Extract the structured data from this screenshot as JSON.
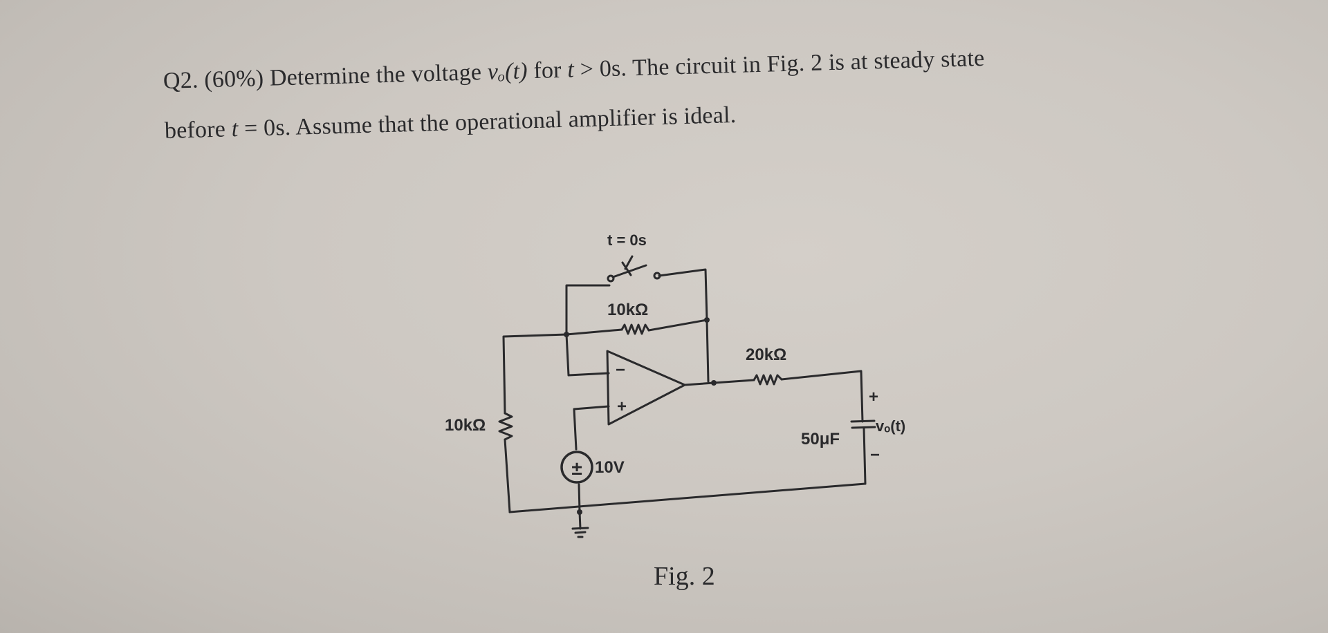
{
  "question": {
    "line1_pre": "Q2. (60%) Determine the voltage ",
    "vo_symbol": "vₒ(t)",
    "line1_mid": " for ",
    "t_symbol": "t",
    "line1_post": " > 0s. The circuit in Fig. 2 is at steady state",
    "line2_pre": "before ",
    "line2_post": " = 0s. Assume that the operational amplifier is ideal."
  },
  "circuit": {
    "switch_label": "t = 0s",
    "feedback_resistor": "10kΩ",
    "output_resistor": "20kΩ",
    "left_resistor": "10kΩ",
    "source_label": "10V",
    "source_symbol": "±",
    "capacitor_label": "50μF",
    "vo_label": "vₒ(t)",
    "plus_sign": "+",
    "minus_sign": "−",
    "opamp_minus": "−",
    "opamp_plus": "+"
  },
  "figure": {
    "caption": "Fig. 2"
  }
}
